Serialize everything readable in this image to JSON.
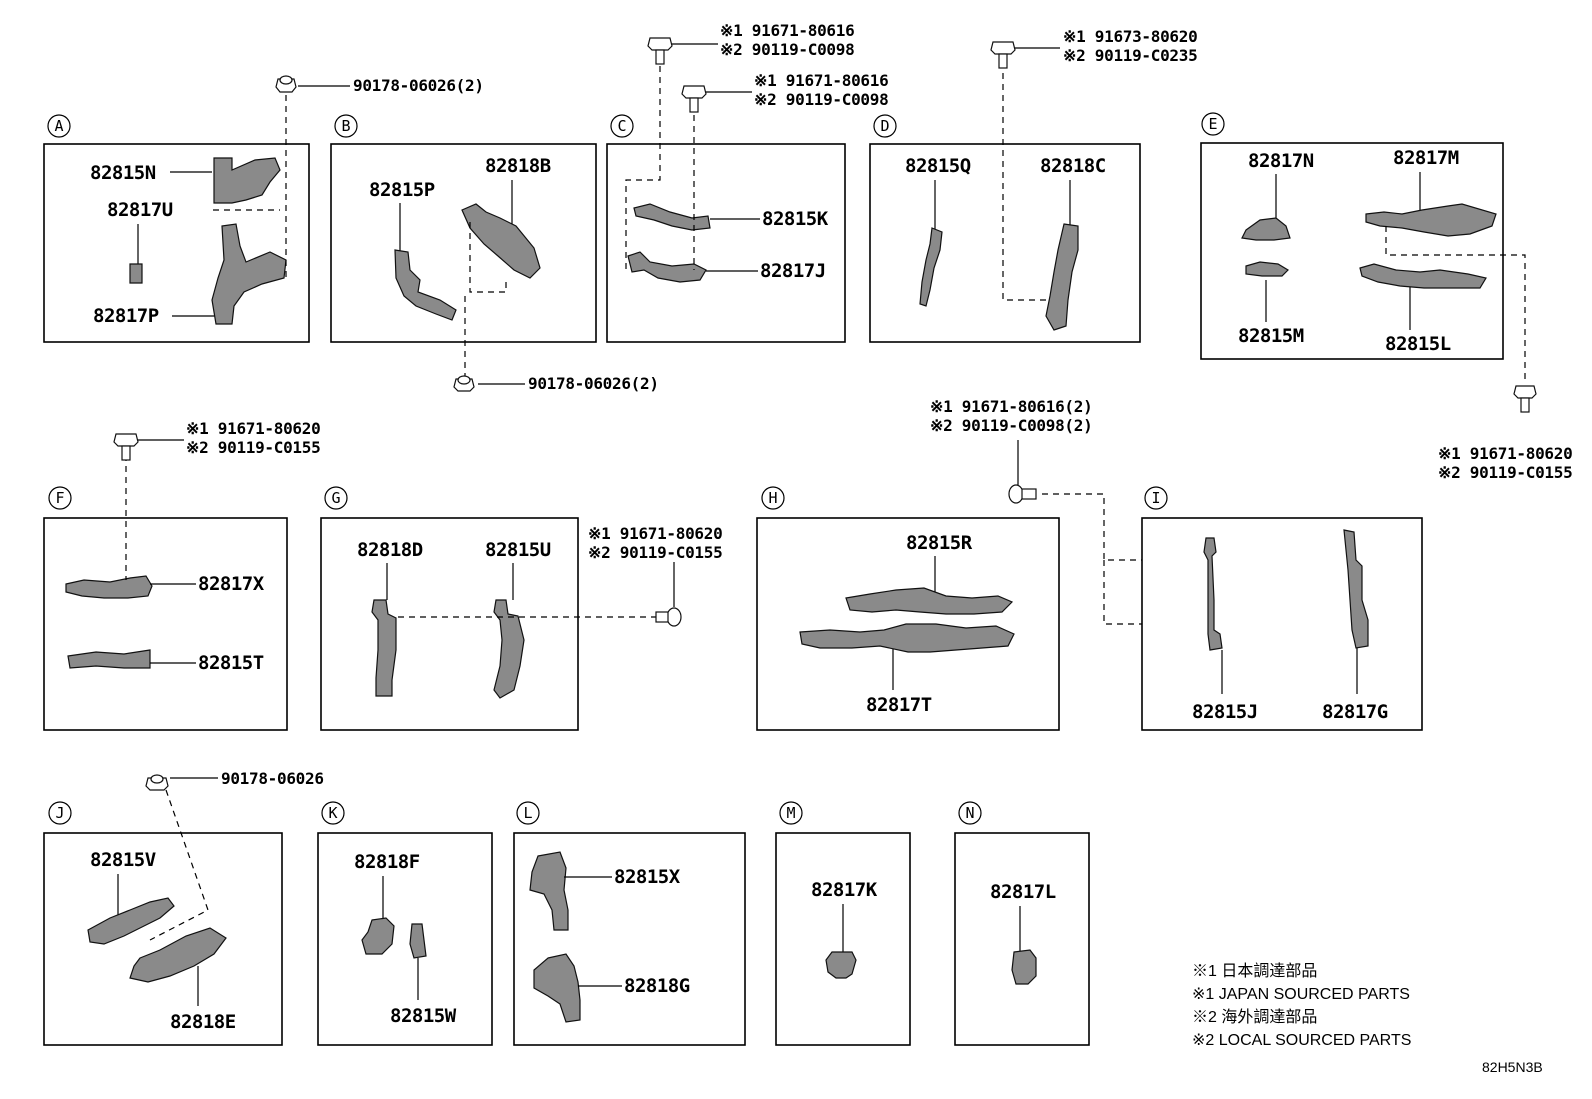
{
  "diagram": {
    "sections": {
      "A": {
        "letter": "A",
        "parts": [
          "82815N",
          "82817U",
          "82817P"
        ],
        "fastener": "90178-06026(2)"
      },
      "B": {
        "letter": "B",
        "parts": [
          "82815P",
          "82818B"
        ],
        "fastener": "90178-06026(2)"
      },
      "C": {
        "letter": "C",
        "parts": [
          "82815K",
          "82817J"
        ],
        "fastener1": {
          "s1": "※1 91671-80616",
          "s2": "※2 90119-C0098"
        },
        "fastener2": {
          "s1": "※1 91671-80616",
          "s2": "※2 90119-C0098"
        }
      },
      "D": {
        "letter": "D",
        "parts": [
          "82815Q",
          "82818C"
        ],
        "fastener": {
          "s1": "※1 91673-80620",
          "s2": "※2 90119-C0235"
        }
      },
      "E": {
        "letter": "E",
        "parts": [
          "82817N",
          "82817M",
          "82815M",
          "82815L"
        ],
        "fastener": {
          "s1": "※1 91671-80620",
          "s2": "※2 90119-C0155"
        }
      },
      "F": {
        "letter": "F",
        "parts": [
          "82817X",
          "82815T"
        ],
        "fastener": {
          "s1": "※1 91671-80620",
          "s2": "※2 90119-C0155"
        }
      },
      "G": {
        "letter": "G",
        "parts": [
          "82818D",
          "82815U"
        ],
        "fastener": {
          "s1": "※1 91671-80620",
          "s2": "※2 90119-C0155"
        }
      },
      "H": {
        "letter": "H",
        "parts": [
          "82815R",
          "82817T"
        ],
        "fastener": {
          "s1": "※1 91671-80616(2)",
          "s2": "※2 90119-C0098(2)"
        }
      },
      "I": {
        "letter": "I",
        "parts": [
          "82815J",
          "82817G"
        ]
      },
      "J": {
        "letter": "J",
        "parts": [
          "82815V",
          "82818E"
        ],
        "fastener": "90178-06026"
      },
      "K": {
        "letter": "K",
        "parts": [
          "82818F",
          "82815W"
        ]
      },
      "L": {
        "letter": "L",
        "parts": [
          "82815X",
          "82818G"
        ]
      },
      "M": {
        "letter": "M",
        "parts": [
          "82817K"
        ]
      },
      "N": {
        "letter": "N",
        "parts": [
          "82817L"
        ]
      }
    },
    "legend": [
      "※1 日本調達部品",
      "※1 JAPAN SOURCED PARTS",
      "※2 海外調達部品",
      "※2 LOCAL SOURCED PARTS"
    ],
    "drawing_code": "82H5N3B"
  }
}
